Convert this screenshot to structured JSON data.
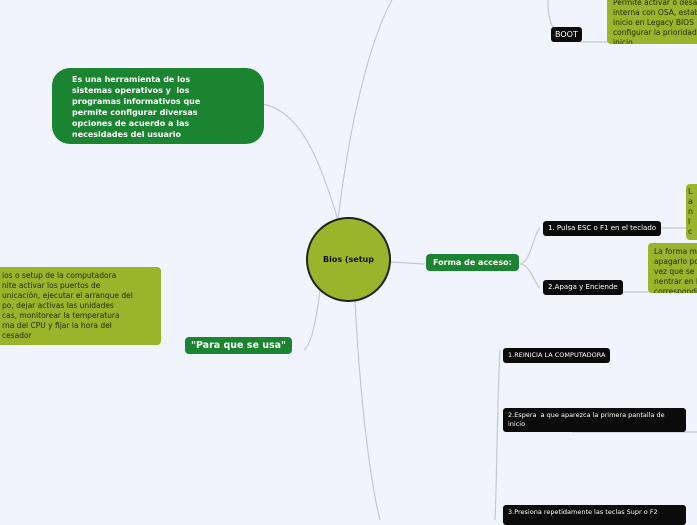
{
  "center": {
    "label": "Bios (setup",
    "color": "#9ab52c"
  },
  "definition": "Es una herramienta de los\nsistemas operativos y  los\nprogramas informativos que\npermite configurar diversas\nopciones de acuerdo a las\nnecesidades del usuario",
  "boot": {
    "label": "BOOT",
    "note": "Permite activar o desa\ninterna con OSA, estab\ninicio en Legacy BIOS\nconfigurar la prioridad\ninicio."
  },
  "usage": {
    "label": "\"Para que se usa\"",
    "note": "ios o setup de la computadora\nnite activar los puertos de\nunicación, ejecutar el arranque del\npo, dejar activas las unidades\ncas, monitorear la temperatura\nrna del CPU y fijar la hora del\ncesador"
  },
  "access": {
    "label": "Forma de acceso:",
    "items": [
      {
        "label": "1. Pulsa ESC o F1 en el teclado",
        "note": "L\na\nn\nl\nc"
      },
      {
        "label": "2.Apaga y Enciende",
        "note": "La forma ma\napagarlo po\nvez que se e\nnentrar en l\ncorrespondi"
      }
    ]
  },
  "steps": [
    "1.REINICIA LA COMPUTADORA",
    "2.Espera  a que aparezca la primera pantalla de\ninicio",
    "3.Presiona repetidamente las teclas Supr o F2"
  ],
  "colors": {
    "dark_green": "#1a8431",
    "olive": "#9ab52c",
    "black": "#0b0b0b",
    "background": "#f1f4fc"
  }
}
